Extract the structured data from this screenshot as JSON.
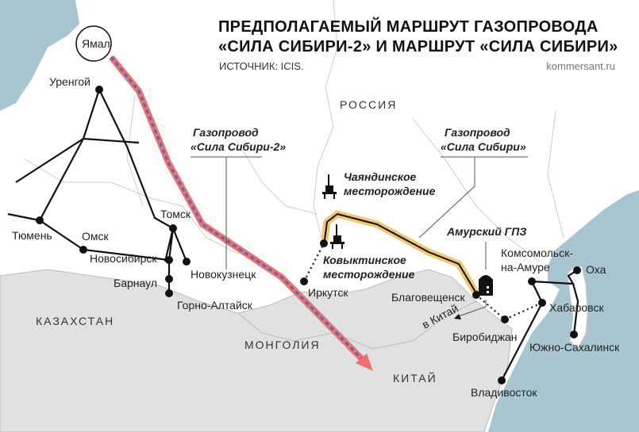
{
  "title": {
    "line1": "ПРЕДПОЛАГАЕМЫЙ МАРШРУТ ГАЗОПРОВОДА",
    "line2": "«СИЛА СИБИРИ-2» И МАРШРУТ «СИЛА СИБИРИ»"
  },
  "source": "ИСТОЧНИК: ICIS.",
  "brand": "kommersant.ru",
  "countries": {
    "russia": "РОССИЯ",
    "kazakhstan": "КАЗАХСТАН",
    "mongolia": "МОНГОЛИЯ",
    "china": "КИТАЙ"
  },
  "pipelines": {
    "sila2_line1": "Газопровод",
    "sila2_line2": "«Сила Сибири-2»",
    "sila1_line1": "Газопровод",
    "sila1_line2": "«Сила Сибири»"
  },
  "fields": {
    "chayanda_line1": "Чаяндинское",
    "chayanda_line2": "месторождение",
    "kovykta_line1": "Ковыктинское",
    "kovykta_line2": "месторождение"
  },
  "plant": "Амурский ГПЗ",
  "to_china": "в Китай",
  "cities": {
    "yamal": "Ямал",
    "urengoy": "Уренгой",
    "tyumen": "Тюмень",
    "omsk": "Омск",
    "tomsk": "Томск",
    "novosibirsk": "Новосибирск",
    "barnaul": "Барнаул",
    "novokuznetsk": "Новокузнецк",
    "gorno_altaysk": "Горно-Алтайск",
    "irkutsk": "Иркутск",
    "blagoveshchensk": "Благовещенск",
    "birobidzhan": "Биробиджан",
    "komsomolsk1": "Комсомольск-",
    "komsomolsk2": "на-Амуре",
    "okha": "Оха",
    "khabarovsk": "Хабаровск",
    "yuzhno": "Южно-Сахалинск",
    "vladivostok": "Владивосток"
  },
  "colors": {
    "sea": "#a8c6d1",
    "foreign": "#e1e1e1",
    "sila2": "#f07070",
    "sila1": "#f3c673"
  }
}
